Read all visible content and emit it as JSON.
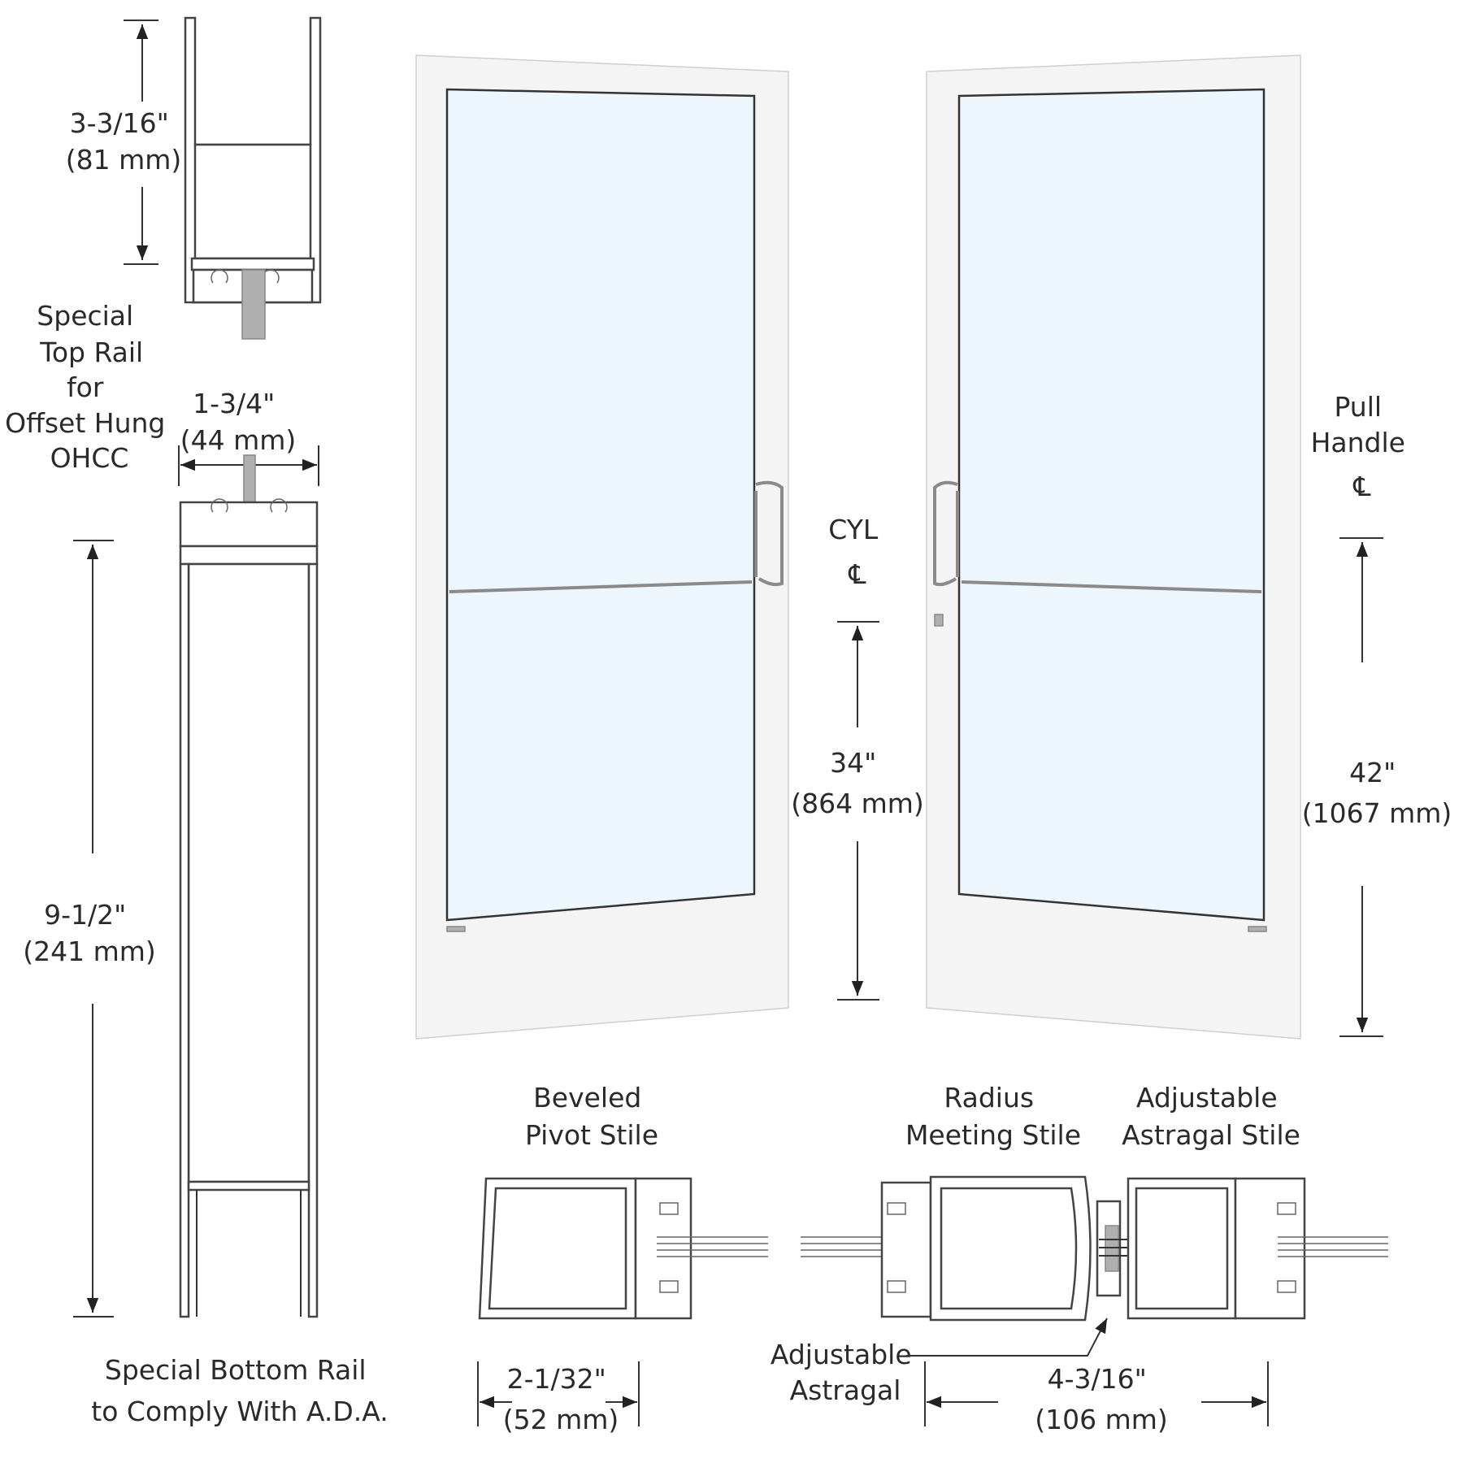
{
  "labels": {
    "top_rail_dim": [
      "3-3/16\"",
      "(81 mm)"
    ],
    "top_rail_title": [
      "Special",
      "Top Rail",
      "for",
      "Offset Hung",
      "OHCC"
    ],
    "rail_width_dim": [
      "1-3/4\"",
      "(44 mm)"
    ],
    "bottom_rail_dim": [
      "9-1/2\"",
      "(241 mm)"
    ],
    "bottom_rail_title": [
      "Special Bottom Rail",
      "to Comply With A.D.A."
    ],
    "cyl_label": [
      "CYL",
      "℄"
    ],
    "cyl_dim": [
      "34\"",
      "(864 mm)"
    ],
    "pull_label": [
      "Pull",
      "Handle",
      "℄"
    ],
    "pull_dim": [
      "42\"",
      "(1067 mm)"
    ],
    "pivot_stile_title": [
      "Beveled",
      "Pivot Stile"
    ],
    "pivot_stile_dim": [
      "2-1/32\"",
      "(52 mm)"
    ],
    "meeting_stile_title": [
      "Radius",
      "Meeting Stile"
    ],
    "astragal_stile_title": [
      "Adjustable",
      "Astragal Stile"
    ],
    "astragal_label": [
      "Adjustable",
      "Astragal"
    ],
    "meeting_dim": [
      "4-3/16\"",
      "(106 mm)"
    ]
  }
}
